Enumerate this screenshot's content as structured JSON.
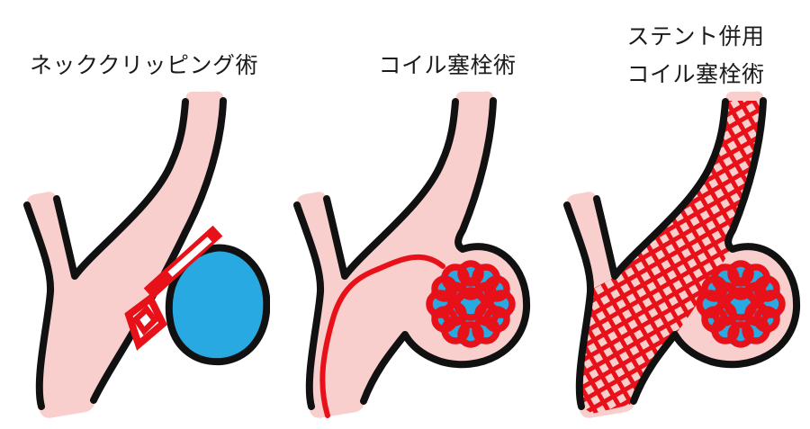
{
  "colors": {
    "vessel-pink": "#F8CFCC",
    "outline-black": "#111111",
    "device-red": "#E8111A",
    "aneurysm-blue": "#29A9E2",
    "background": "#FFFFFF",
    "title-text": "#1B1B1B"
  },
  "panels": [
    {
      "id": "neck-clipping",
      "title": "ネッククリッピング術",
      "depicts": [
        "vessel",
        "aneurysm-sac",
        "clip"
      ]
    },
    {
      "id": "coil-embolization",
      "title": "コイル塞栓術",
      "depicts": [
        "vessel",
        "aneurysm-sac",
        "catheter",
        "coils"
      ]
    },
    {
      "id": "stent-assisted-coil-embolization",
      "title_line1": "ステント併用",
      "title_line2": "コイル塞栓術",
      "depicts": [
        "vessel",
        "aneurysm-sac",
        "coils",
        "stent-mesh"
      ]
    }
  ]
}
